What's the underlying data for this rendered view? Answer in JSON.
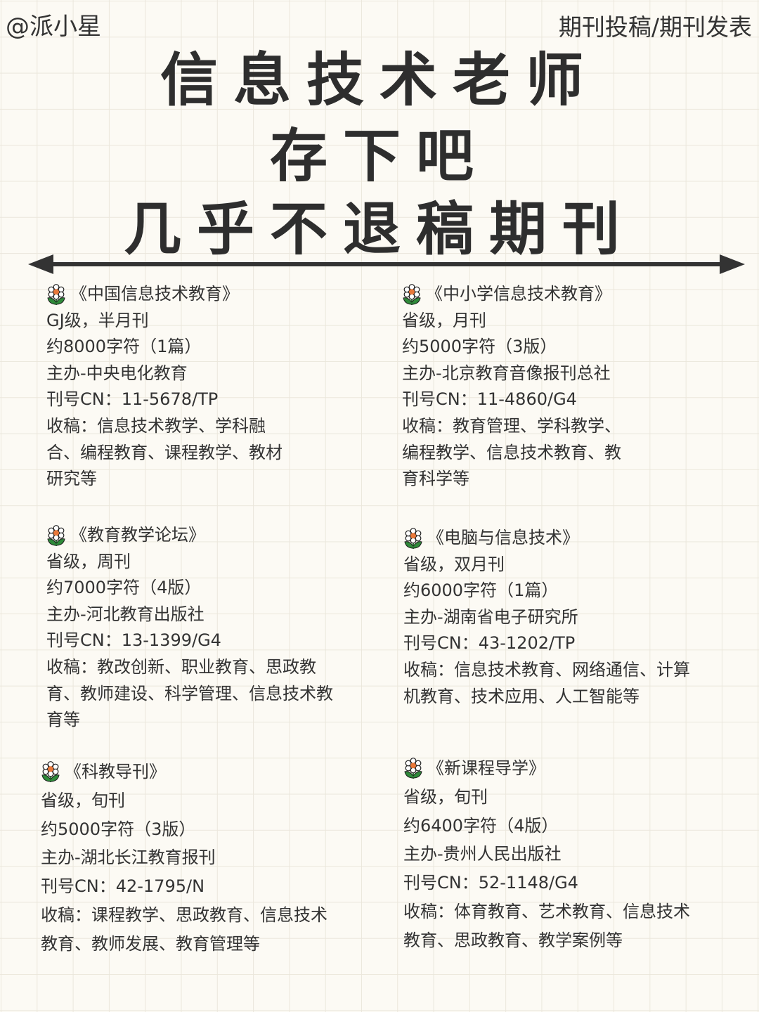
{
  "header": {
    "handle": "@派小星",
    "tagline": "期刊投稿/期刊发表"
  },
  "title": {
    "line1": "信息技术老师",
    "line2": "存下吧",
    "line3": "几乎不退稿期刊"
  },
  "colors": {
    "background": "#fcfaf4",
    "grid": "#ebe7dc",
    "text": "#2e2e2e",
    "flower_petal": "#ffffff",
    "flower_center": "#e8783a",
    "flower_leaf": "#2f8a3a"
  },
  "journals": [
    {
      "icon": "flower-icon",
      "name": "《中国信息技术教育》",
      "level": "GJ级，半月刊",
      "length": "约8000字符（1篇）",
      "sponsor": "主办-中央电化教育",
      "cn": "刊号CN：11-5678/TP",
      "scope_lines": [
        "收稿：信息技术教学、学科融",
        "合、编程教育、课程教学、教材",
        "研究等"
      ]
    },
    {
      "icon": "flower-icon",
      "name": "《中小学信息技术教育》",
      "level": "省级，月刊",
      "length": "约5000字符（3版）",
      "sponsor": "主办-北京教育音像报刊总社",
      "cn": "刊号CN：11-4860/G4",
      "scope_lines": [
        "收稿：教育管理、学科教学、",
        "编程教学、信息技术教育、教",
        "育科学等"
      ]
    },
    {
      "icon": "flower-icon",
      "name": "《教育教学论坛》",
      "level": "省级，周刊",
      "length": "约7000字符（4版）",
      "sponsor": "主办-河北教育出版社",
      "cn": "刊号CN：13-1399/G4",
      "scope_lines": [
        "收稿：教改创新、职业教育、思政教",
        "育、教师建设、科学管理、信息技术教",
        "育等"
      ]
    },
    {
      "icon": "flower-icon",
      "name": "《电脑与信息技术》",
      "level": "省级，双月刊",
      "length": "约6000字符（1篇）",
      "sponsor": "主办-湖南省电子研究所",
      "cn": "刊号CN：43-1202/TP",
      "scope_lines": [
        "收稿：信息技术教育、网络通信、计算",
        "机教育、技术应用、人工智能等"
      ]
    },
    {
      "icon": "flower-icon",
      "name": "《科教导刊》",
      "level": "省级，旬刊",
      "length": "约5000字符（3版）",
      "sponsor": "主办-湖北长江教育报刊",
      "cn": "刊号CN：42-1795/N",
      "scope_lines": [
        "收稿：课程教学、思政教育、信息技术",
        "教育、教师发展、教育管理等"
      ]
    },
    {
      "icon": "flower-icon",
      "name": "《新课程导学》",
      "level": "省级，旬刊",
      "length": "约6400字符（4版）",
      "sponsor": "主办-贵州人民出版社",
      "cn": "刊号CN：52-1148/G4",
      "scope_lines": [
        "收稿：体育教育、艺术教育、信息技术",
        "教育、思政教育、教学案例等"
      ]
    }
  ]
}
